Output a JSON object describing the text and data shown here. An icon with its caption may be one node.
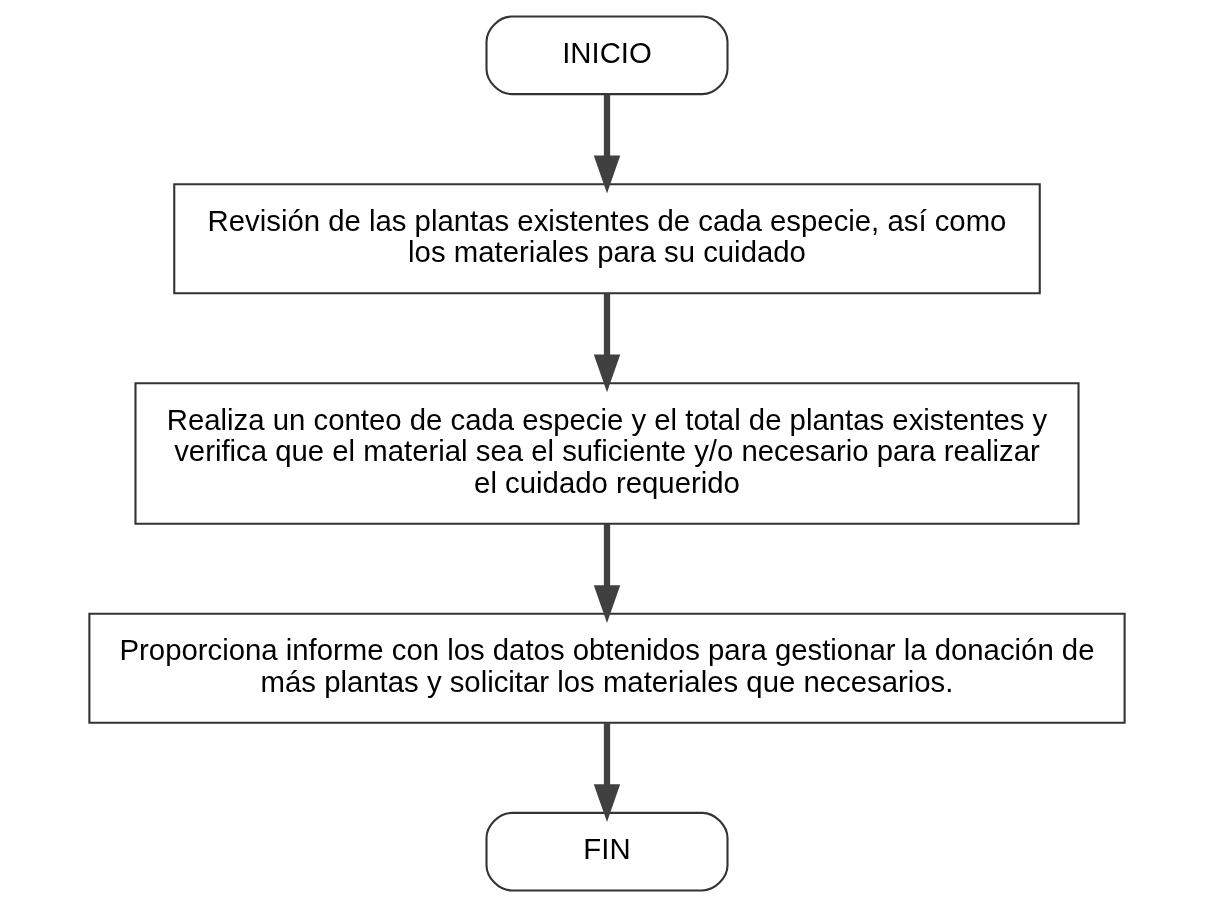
{
  "diagram": {
    "nodes": [
      {
        "text": [
          "INICIO"
        ]
      },
      {
        "text": [
          "Revisión de las plantas existentes de cada especie, así como los materiales para su cuidado"
        ]
      },
      {
        "text": [
          "Realiza un conteo de cada especie y el total de plantas existentes y verifica que el material sea el suficiente y/o necesario para realizar el cuidado requerido"
        ]
      },
      {
        "text": [
          "Proporciona informe con los datos obtenidos para gestionar la donación de más plantas y solicitar los materiales que necesarios."
        ]
      },
      {
        "text": [
          "FIN"
        ]
      }
    ],
    "edges": [
      {
        "from": 0,
        "to": 1,
        "arrow": "to"
      },
      {
        "from": 1,
        "to": 2,
        "arrow": "to"
      },
      {
        "from": 2,
        "to": 3,
        "arrow": "to"
      },
      {
        "from": 3,
        "to": 4,
        "arrow": "to"
      }
    ]
  }
}
